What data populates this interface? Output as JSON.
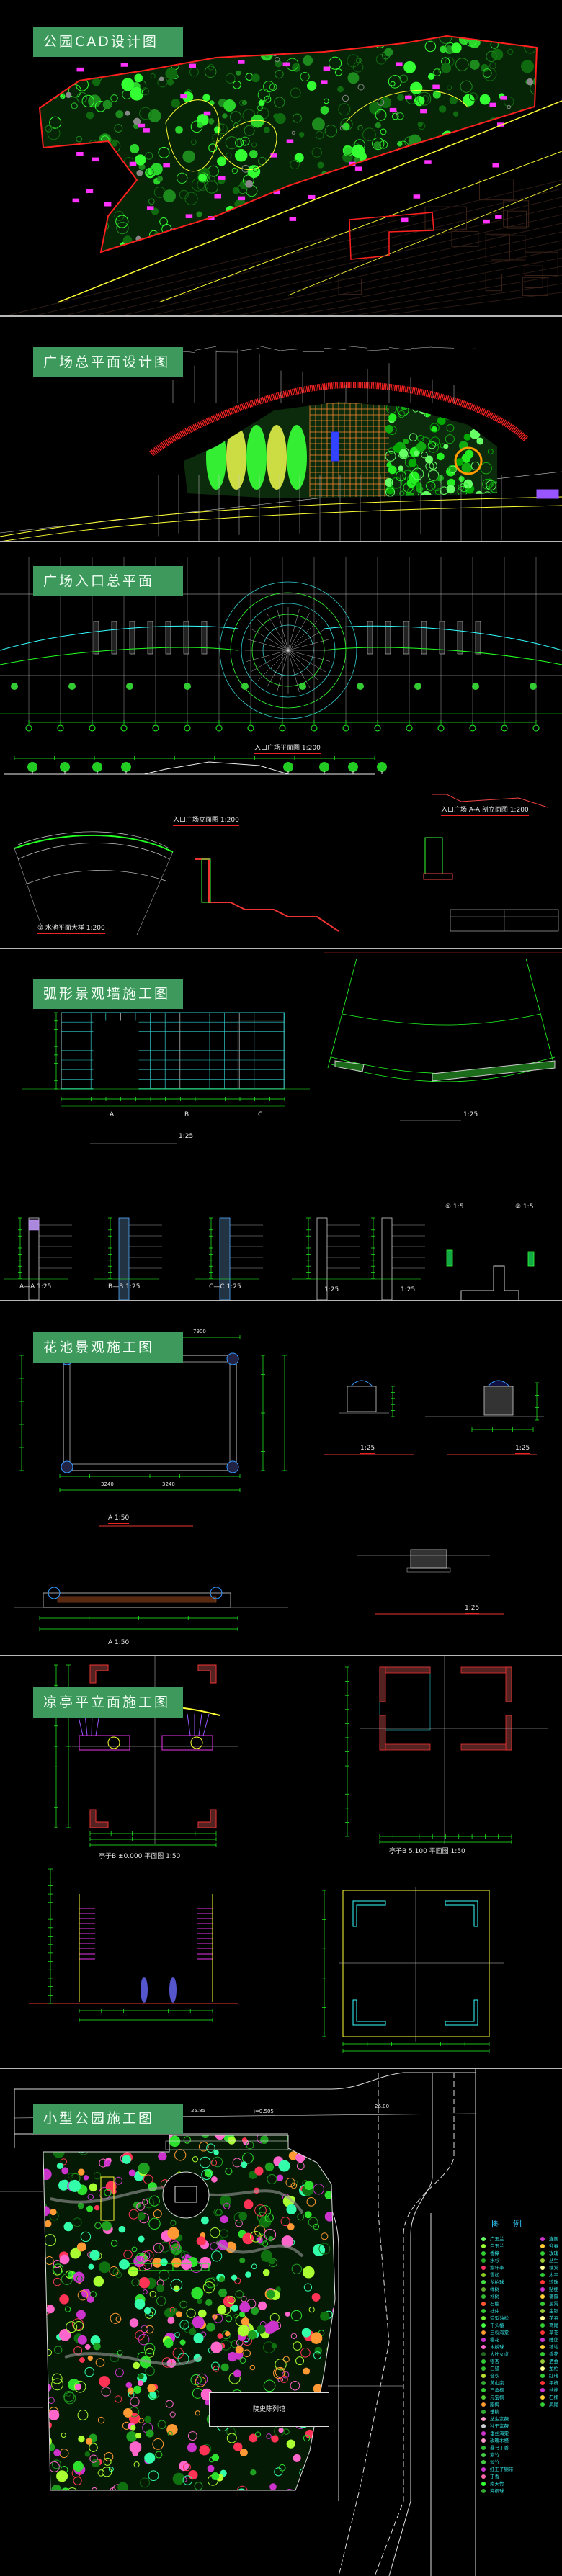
{
  "sections": [
    {
      "title": "公园CAD设计图"
    },
    {
      "title": "广场总平面设计图"
    },
    {
      "title": "广场入口总平面"
    },
    {
      "title": "弧形景观墙施工图"
    },
    {
      "title": "花池景观施工图"
    },
    {
      "title": "凉亭平立面施工图"
    },
    {
      "title": "小型公园施工图"
    }
  ],
  "captions": {
    "entry_plan": "入口广场平面图  1:200",
    "entry_elev": "入口广场立面图  1:200",
    "entry_section": "入口广场 A-A 剖立面图  1:200",
    "pool_detail": "① 水池平面大样  1:200",
    "wall_scale_1": "1:25",
    "wall_scale_2": "1:25",
    "wall_axis_a": "A",
    "wall_axis_b": "B",
    "wall_axis_c": "C",
    "sec_aa": "A—A  1:25",
    "sec_bb": "B—B  1:25",
    "sec_cc": "C—C  1:25",
    "sec_d": "1:25",
    "sec_e": "1:25",
    "detail_1": "① 1:5",
    "detail_2": "② 1:5",
    "bed_plan": "A            1:50",
    "bed_d1": "1:25",
    "bed_d2": "1:25",
    "bed_d3": "1:25",
    "bed_elev": "A            1:50",
    "bed_dim_total": "7900",
    "bed_dim_a": "3240",
    "bed_dim_b": "3240",
    "pav_plan_1": "亭子B  ±0.000 平面图  1:50",
    "pav_plan_2": "亭子B  5.100 平面图  1:50",
    "road_elev_1": "25.85",
    "road_slope": "i=0.505",
    "road_elev_2": "26.00",
    "building": "院史陈列馆"
  },
  "legend": {
    "title": "图例",
    "col1": [
      "广玉兰",
      "白玉兰",
      "香樟",
      "水杉",
      "紫叶李",
      "雪松",
      "龙柏球",
      "榉树",
      "朴树",
      "石榴",
      "杜仲",
      "造型油松",
      "千头椿",
      "三裂海棠",
      "樱花",
      "木绣球",
      "大叶女贞",
      "银杏",
      "白蜡",
      "合欢",
      "黄山栾",
      "三角枫",
      "元宝枫",
      "腊梅",
      "垂柳",
      "丛生紫薇",
      "独干紫薇",
      "垂丝海棠",
      "玫瑰木槿",
      "暴马丁香",
      "紫竹",
      "淡竹",
      "红王子锦带",
      "丁香",
      "南天竹",
      "海桐球"
    ],
    "col2": [
      "连翘",
      "迎春",
      "玫瑰",
      "丛生",
      "棣棠",
      "太平",
      "珍珠",
      "贴梗",
      "蔷薇",
      "凌霄",
      "金银",
      "花卉",
      "鸢尾",
      "草花",
      "睡莲",
      "铺地",
      "香花",
      "洒金",
      "龙柏",
      "红瑞",
      "平枝",
      "丝棉",
      "石楠",
      "凤尾"
    ]
  },
  "colors": {
    "title_bg": "#3d9a5c",
    "cad_green": "#22ff22",
    "cad_red": "#ff2020",
    "cad_yellow": "#ffff33",
    "cad_magenta": "#ff33ff",
    "cad_cyan": "#33ffff"
  }
}
